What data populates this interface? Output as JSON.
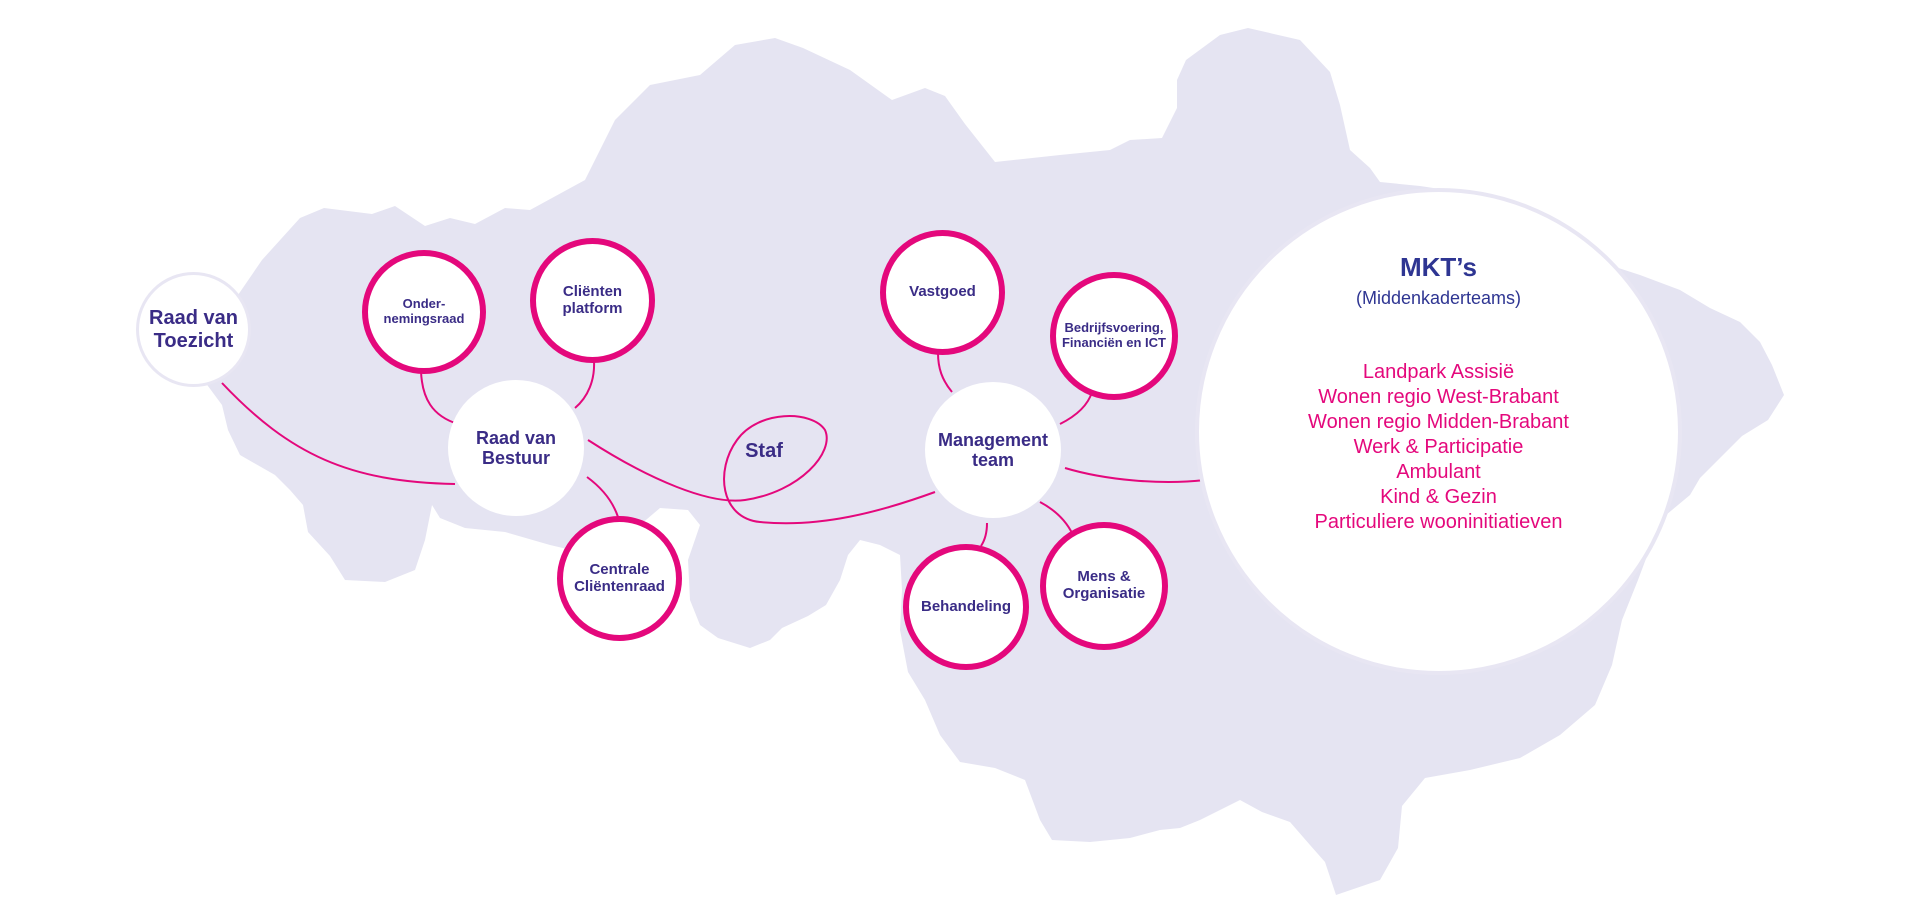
{
  "colors": {
    "map_fill": "#e5e4f2",
    "accent": "#e4087c",
    "text": "#3a2c86",
    "mkt_title": "#2e3592"
  },
  "nodes": {
    "raad_van_toezicht": [
      "Raad van",
      "Toezicht"
    ],
    "raad_van_bestuur": [
      "Raad van",
      "Bestuur"
    ],
    "ondernemingsraad": [
      "Onder-",
      "nemingsraad"
    ],
    "clienten_platform": [
      "Cliënten",
      "platform"
    ],
    "centrale_clientenraad": [
      "Centrale",
      "Cliëntenraad"
    ],
    "staf": "Staf",
    "management_team": [
      "Management",
      "team"
    ],
    "vastgoed": "Vastgoed",
    "bedrijfsvoering": [
      "Bedrijfsvoering,",
      "Financiën en ICT"
    ],
    "behandeling": "Behandeling",
    "mens_organisatie": [
      "Mens &",
      "Organisatie"
    ]
  },
  "mkt": {
    "title": "MKT’s",
    "subtitle": "(Middenkaderteams)",
    "items": [
      "Landpark Assisië",
      "Wonen regio West-Brabant",
      "Wonen regio Midden-Brabant",
      "Werk & Participatie",
      "Ambulant",
      "Kind & Gezin",
      "Particuliere wooninitiatieven"
    ]
  }
}
